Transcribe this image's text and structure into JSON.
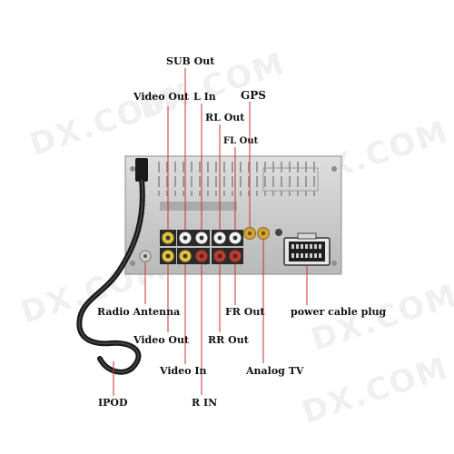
{
  "watermark": {
    "text": "DX.COM"
  },
  "labels": {
    "sub_out": "SUB Out",
    "video_out_top": "Video Out",
    "l_in": "L In",
    "gps": "GPS",
    "rl_out": "RL Out",
    "fl_out": "FL Out",
    "radio_antenna": "Radio Antenna",
    "fr_out": "FR Out",
    "power_cable_plug": "power cable plug",
    "video_out_bottom": "Video Out",
    "rr_out": "RR Out",
    "video_in": "Video In",
    "analog_tv": "Analog TV",
    "ipod": "IPOD",
    "r_in": "R IN"
  },
  "colors": {
    "leader_line": "#c83232",
    "panel": "#c9c9c9",
    "rca_yellow": "#e0c23a",
    "rca_white": "#f2f2f2",
    "rca_red": "#c0392b",
    "gold": "#d4a437",
    "cable": "#1a1a1a"
  }
}
